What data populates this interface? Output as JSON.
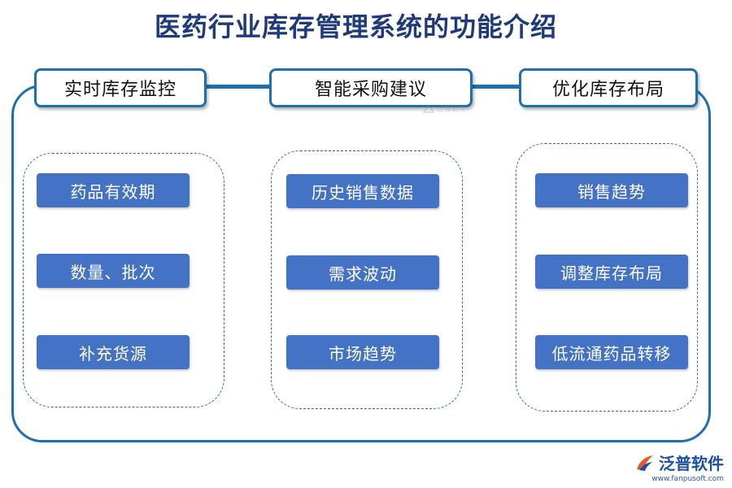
{
  "title": "医药行业库存管理系统的功能介绍",
  "columns": [
    {
      "header": "实时库存监控",
      "items": [
        "药品有效期",
        "数量、批次",
        "补充货源"
      ]
    },
    {
      "header": "智能采购建议",
      "items": [
        "历史销售数据",
        "需求波动",
        "市场趋势"
      ]
    },
    {
      "header": "优化库存布局",
      "items": [
        "销售趋势",
        "调整库存布局",
        "低流通药品转移"
      ]
    }
  ],
  "watermark": {
    "text": "泛普软件"
  },
  "logo": {
    "name": "泛普软件",
    "url": "www.fanpusoft.com"
  },
  "colors": {
    "frame": "#1e6fae",
    "item_fill": "#4472c4",
    "title": "#1f3a78"
  }
}
